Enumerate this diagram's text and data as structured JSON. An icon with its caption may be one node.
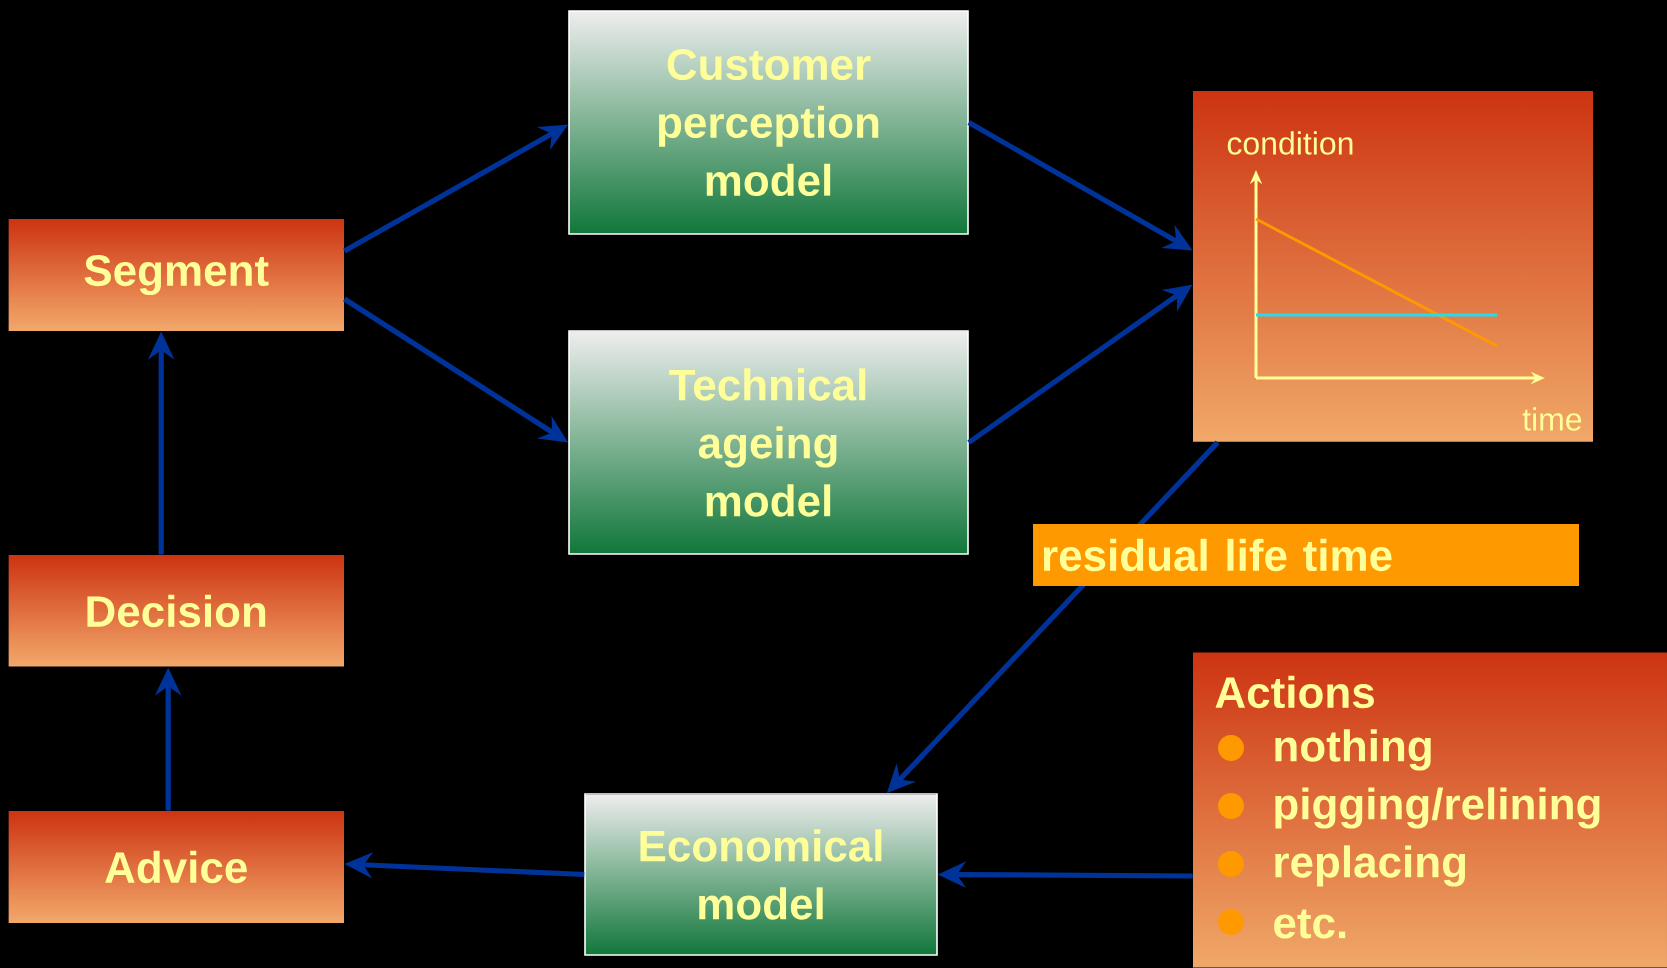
{
  "diagram": {
    "nodes": [
      {
        "text": [
          "Segment"
        ]
      },
      {
        "text": [
          "Customer perception model"
        ]
      },
      {
        "text": [
          "Technical ageing model"
        ]
      },
      {
        "text": [
          "condition",
          "time"
        ]
      },
      {
        "text": [
          "Decision"
        ]
      },
      {
        "text": [
          "Economical model"
        ]
      },
      {
        "text": [
          "Actions",
          "nothing",
          "pigging/relining",
          "replacing",
          "etc."
        ]
      },
      {
        "text": [
          "Advice"
        ]
      }
    ],
    "edges": [
      {
        "from": 0,
        "to": 1,
        "arrow": "to"
      },
      {
        "from": 0,
        "to": 2,
        "arrow": "to"
      },
      {
        "from": 1,
        "to": 3,
        "arrow": "to"
      },
      {
        "from": 2,
        "to": 3,
        "arrow": "to"
      },
      {
        "from": 3,
        "to": 5,
        "arrow": "to",
        "label": "residual life time"
      },
      {
        "from": 6,
        "to": 5,
        "arrow": "to"
      },
      {
        "from": 5,
        "to": 7,
        "arrow": "to"
      },
      {
        "from": 7,
        "to": 4,
        "arrow": "to"
      },
      {
        "from": 4,
        "to": 0,
        "arrow": "to"
      }
    ]
  }
}
